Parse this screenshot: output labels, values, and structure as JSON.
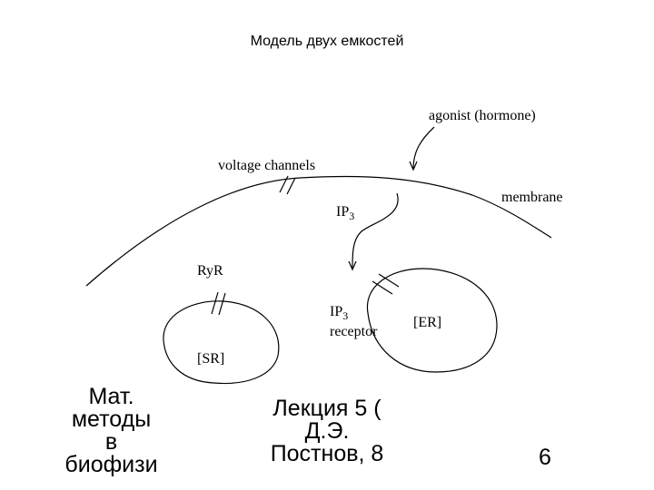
{
  "slide": {
    "title": "Модель двух емкостей"
  },
  "diagram": {
    "labels": {
      "agonist": "agonist (hormone)",
      "voltage_channels": "voltage channels",
      "membrane": "membrane",
      "ip3": "IP",
      "ip3_sub": "3",
      "ryr": "RyR",
      "ip3_receptor_line1": "IP",
      "ip3_receptor_sub": "3",
      "ip3_receptor_line2": "receptor",
      "sr": "[SR]",
      "er": "[ER]"
    }
  },
  "footer": {
    "left": "Мат.\nметоды\nв\nбиофизи",
    "center": "Лекция 5 (\nД.Э.\nПостнов, 8",
    "page_number": "6"
  }
}
